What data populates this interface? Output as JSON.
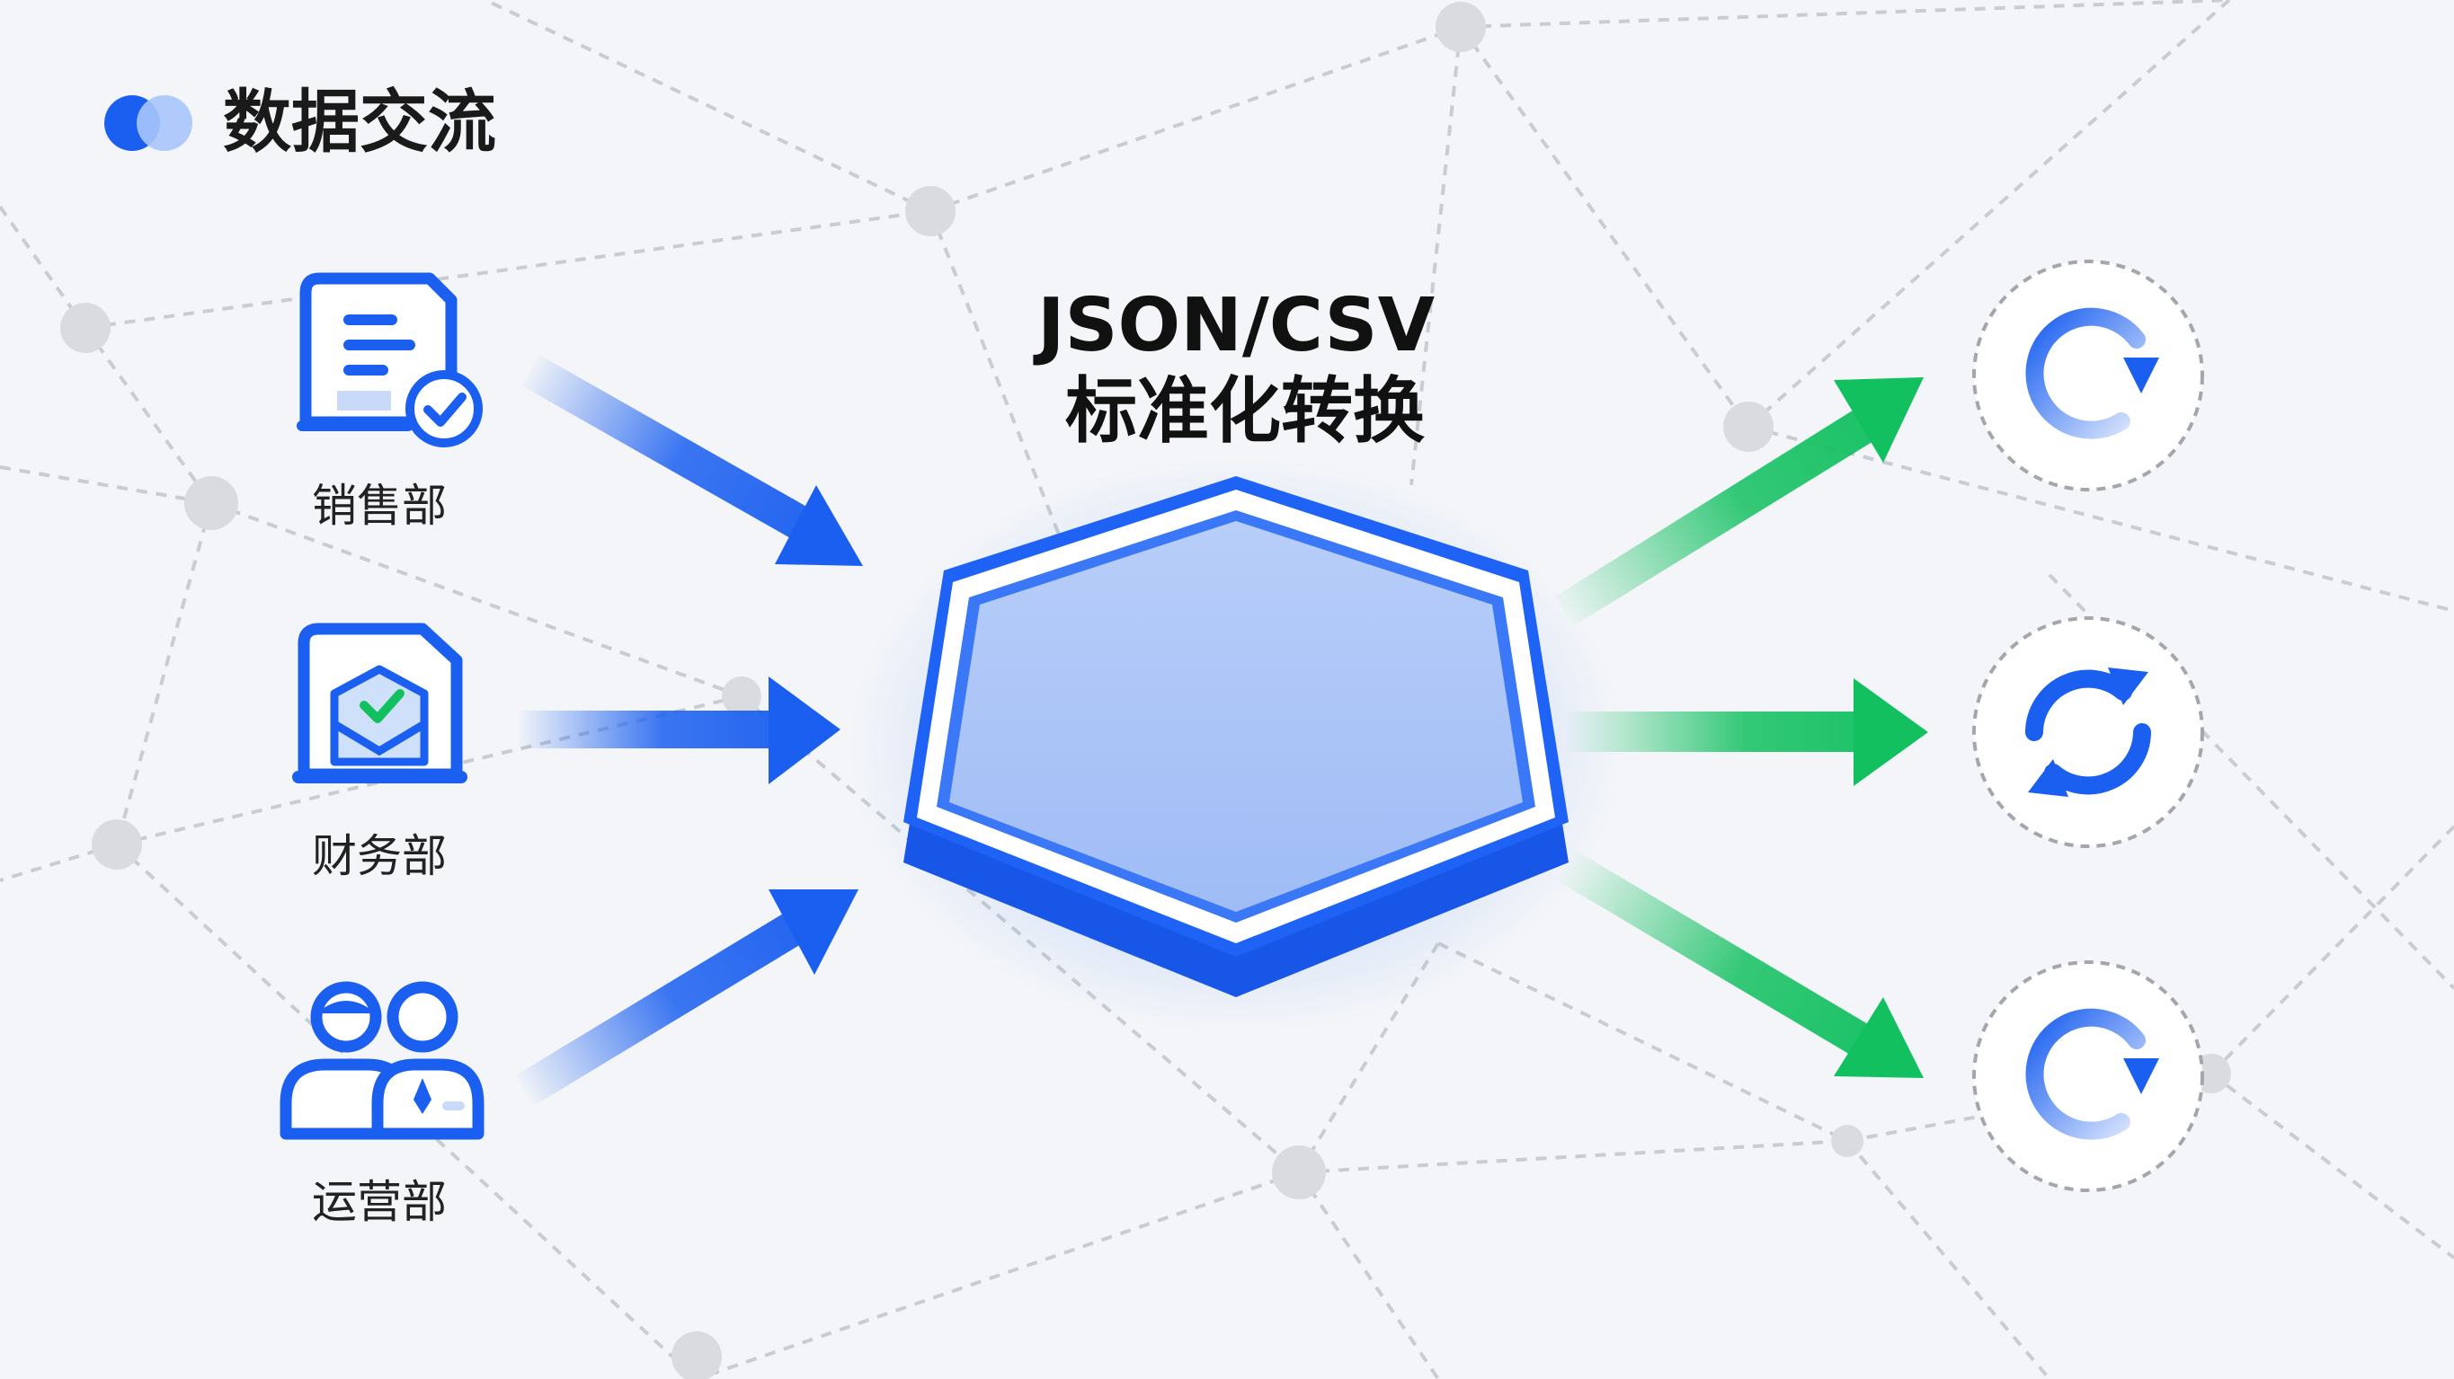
{
  "header": {
    "title": "数据交流"
  },
  "center": {
    "title_line1": "JSON/CSV",
    "title_line2": "标准化转换",
    "hub_icon": "hexagon-hub"
  },
  "sources": [
    {
      "label": "销售部",
      "icon": "document-check-icon"
    },
    {
      "label": "财务部",
      "icon": "mail-document-check-icon"
    },
    {
      "label": "运营部",
      "icon": "users-team-icon"
    }
  ],
  "targets": [
    {
      "icon": "refresh-icon"
    },
    {
      "icon": "sync-icon"
    },
    {
      "icon": "refresh-icon"
    }
  ],
  "colors": {
    "primary_blue": "#1a5ff0",
    "hub_fill": "#a8c3f7",
    "output_green": "#12c060",
    "background": "#f3f5f8",
    "network_gray": "#c9ccd1"
  }
}
